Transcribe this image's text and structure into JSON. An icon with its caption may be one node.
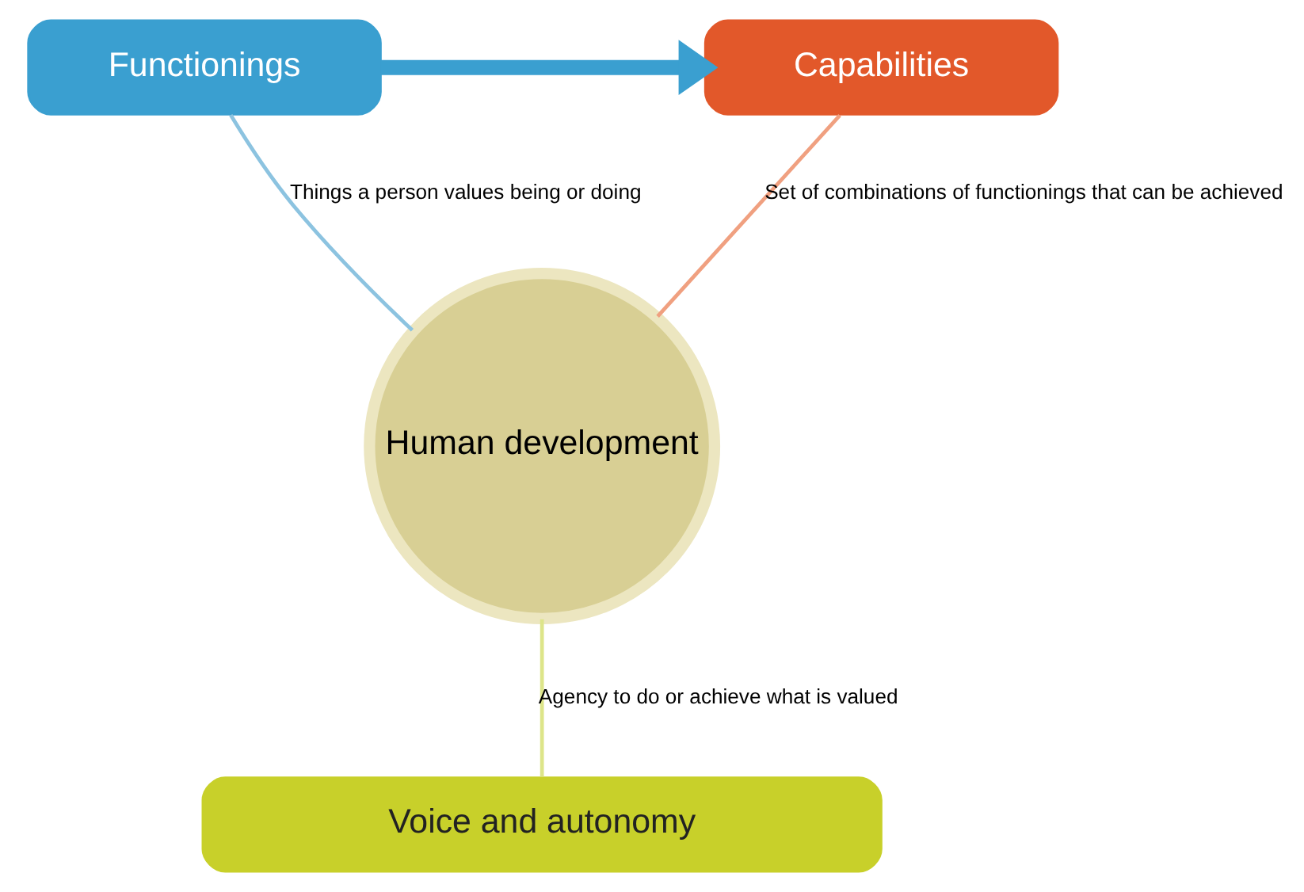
{
  "diagram": {
    "nodes": [
      {
        "text": [
          "Functionings"
        ]
      },
      {
        "text": [
          "Capabilities"
        ]
      },
      {
        "text": [
          "Human development"
        ]
      },
      {
        "text": [
          "Voice and autonomy"
        ]
      }
    ],
    "edges": [
      {
        "from": 0,
        "to": 1,
        "arrow": "to",
        "style": "thick",
        "color": "#3a9fd0"
      },
      {
        "from": 0,
        "to": 2,
        "arrow": "none",
        "label": "Things a person values being or doing",
        "color": "#8cc3e0"
      },
      {
        "from": 1,
        "to": 2,
        "arrow": "none",
        "label": "Set of combinations of functionings that can be achieved",
        "color": "#f0a080"
      },
      {
        "from": 2,
        "to": 3,
        "arrow": "none",
        "label": "Agency to do or achieve what is valued",
        "color": "#dde58a"
      }
    ]
  }
}
